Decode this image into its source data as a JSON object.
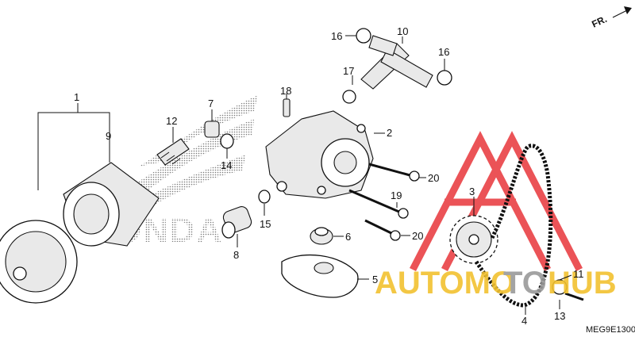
{
  "diagram": {
    "code": "MEG9E1300",
    "direction_label": "FR.",
    "brand_logo_text": "HONDA",
    "watermark": {
      "left": "AUTOMO",
      "middle": "TO",
      "right": "HUB",
      "colors": {
        "red": "#e8363a",
        "yellow": "#f2c230",
        "gray": "#9a9a9a"
      }
    },
    "labels": [
      "1",
      "2",
      "3",
      "4",
      "5",
      "6",
      "7",
      "8",
      "9",
      "10",
      "11",
      "12",
      "13",
      "14",
      "15",
      "16",
      "16",
      "17",
      "18",
      "19",
      "20",
      "20"
    ]
  }
}
